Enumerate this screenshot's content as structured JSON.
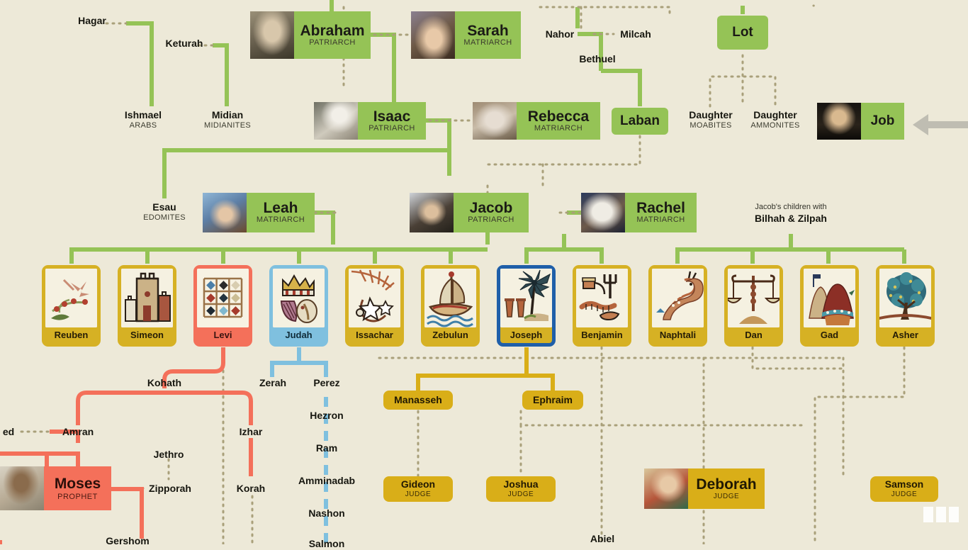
{
  "background_color": "#EDE9D8",
  "palette": {
    "green": "#95C356",
    "gold": "#D6B124",
    "gold_box": "#D9AE18",
    "red": "#F4705A",
    "blue": "#7FC0DF",
    "joseph_border": "#1F5FA9",
    "dotted": "#A9A07A",
    "arrow_gray": "#BFBDB2"
  },
  "roles": {
    "patriarch": "PATRIARCH",
    "matriarch": "MATRIARCH",
    "judge": "JUDGE",
    "prophet": "PROPHET"
  },
  "generation_1": {
    "hagar": "Hagar",
    "keturah": "Keturah",
    "abraham": {
      "name": "Abraham",
      "role": "PATRIARCH"
    },
    "sarah": {
      "name": "Sarah",
      "role": "MATRIARCH"
    },
    "nahor": "Nahor",
    "milcah": "Milcah",
    "lot": "Lot",
    "bethuel": "Bethuel"
  },
  "generation_2": {
    "ishmael": {
      "name": "Ishmael",
      "people": "ARABS"
    },
    "midian": {
      "name": "Midian",
      "people": "MIDIANITES"
    },
    "isaac": {
      "name": "Isaac",
      "role": "PATRIARCH"
    },
    "rebecca": {
      "name": "Rebecca",
      "role": "MATRIARCH"
    },
    "laban": "Laban",
    "daughter_moab": {
      "name": "Daughter",
      "people": "MOABITES"
    },
    "daughter_ammon": {
      "name": "Daughter",
      "people": "AMMONITES"
    },
    "job": "Job"
  },
  "generation_3": {
    "esau": {
      "name": "Esau",
      "people": "EDOMITES"
    },
    "leah": {
      "name": "Leah",
      "role": "MATRIARCH"
    },
    "jacob": {
      "name": "Jacob",
      "role": "PATRIARCH"
    },
    "rachel": {
      "name": "Rachel",
      "role": "MATRIARCH"
    },
    "concubines_note": {
      "line1": "Jacob's children with",
      "line2": "Bilhah & Zilpah"
    }
  },
  "tribes": [
    {
      "name": "Reuben",
      "emblem": "mandrakes-icon",
      "color": "gold",
      "border": "gold"
    },
    {
      "name": "Simeon",
      "emblem": "tower-icon",
      "color": "gold",
      "border": "gold"
    },
    {
      "name": "Levi",
      "emblem": "breastplate-icon",
      "color": "red",
      "border": "red"
    },
    {
      "name": "Judah",
      "emblem": "crown-lion-icon",
      "color": "blue",
      "border": "blue"
    },
    {
      "name": "Issachar",
      "emblem": "sun-stars-icon",
      "color": "gold",
      "border": "gold"
    },
    {
      "name": "Zebulun",
      "emblem": "ship-icon",
      "color": "gold",
      "border": "gold"
    },
    {
      "name": "Joseph",
      "emblem": "palm-tree-icon",
      "color": "gold",
      "border": "blue-highlight"
    },
    {
      "name": "Benjamin",
      "emblem": "wolf-tools-icon",
      "color": "gold",
      "border": "gold"
    },
    {
      "name": "Naphtali",
      "emblem": "deer-icon",
      "color": "gold",
      "border": "gold"
    },
    {
      "name": "Dan",
      "emblem": "scales-icon",
      "color": "gold",
      "border": "gold"
    },
    {
      "name": "Gad",
      "emblem": "tent-camp-icon",
      "color": "gold",
      "border": "gold"
    },
    {
      "name": "Asher",
      "emblem": "olive-tree-icon",
      "color": "gold",
      "border": "gold"
    }
  ],
  "levi_line": {
    "kohath": "Kohath",
    "jochebed_partial": "ed",
    "amran": "Amran",
    "izhar": "Izhar",
    "jethro": "Jethro",
    "zipporah": "Zipporah",
    "korah": "Korah",
    "moses": {
      "name": "Moses",
      "role": "PROPHET"
    },
    "gershom": "Gershom"
  },
  "judah_line": {
    "zerah": "Zerah",
    "perez": "Perez",
    "hezron": "Hezron",
    "ram": "Ram",
    "amminadab": "Amminadab",
    "nashon": "Nashon",
    "salmon": "Salmon"
  },
  "joseph_line": {
    "manasseh": "Manasseh",
    "ephraim": "Ephraim"
  },
  "judges": [
    {
      "name": "Gideon",
      "role": "JUDGE"
    },
    {
      "name": "Joshua",
      "role": "JUDGE"
    },
    {
      "name": "Deborah",
      "role": "JUDGE"
    },
    {
      "name": "Samson",
      "role": "JUDGE"
    }
  ],
  "benjamin_line": {
    "abiel": "Abiel"
  }
}
